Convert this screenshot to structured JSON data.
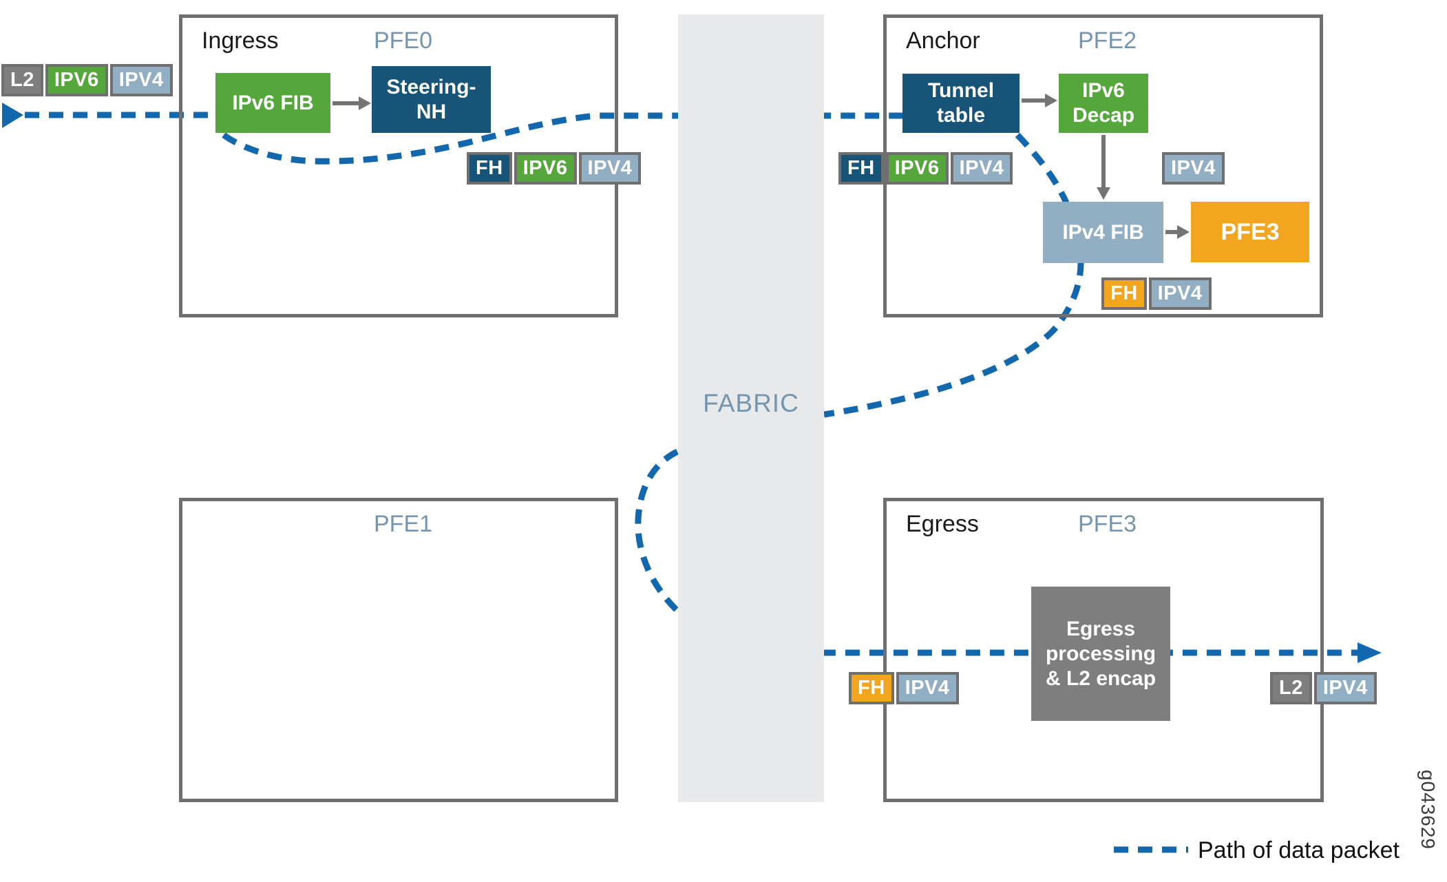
{
  "colors": {
    "green": "#55A63B",
    "navy": "#175478",
    "steel": "#92AEC2",
    "orange": "#F2A51E",
    "gray": "#7E7E7E",
    "border_gray": "#6F6F6F",
    "fabric_bg": "#E8E9EA",
    "path_blue": "#1368AD",
    "pfe_title": "#7495AD"
  },
  "fabric": {
    "label": "FABRIC"
  },
  "pfes": {
    "pfe0": {
      "role": "Ingress",
      "name": "PFE0"
    },
    "pfe1": {
      "name": "PFE1"
    },
    "pfe2": {
      "role": "Anchor",
      "name": "PFE2"
    },
    "pfe3": {
      "role": "Egress",
      "name": "PFE3"
    }
  },
  "nodes": {
    "ipv6_fib": "IPv6 FIB",
    "steering_nh": "Steering-\nNH",
    "tunnel_table": "Tunnel\ntable",
    "ipv6_decap": "IPv6\nDecap",
    "ipv4_fib": "IPv4 FIB",
    "pfe3_node": "PFE3",
    "egress_processing": "Egress\nprocessing\n& L2 encap"
  },
  "packet_labels": {
    "ingress_in": {
      "chips": [
        {
          "text": "L2"
        },
        {
          "text": "IPV6"
        },
        {
          "text": "IPV4"
        }
      ]
    },
    "ingress_out": {
      "chips": [
        {
          "text": "FH"
        },
        {
          "text": "IPV6"
        },
        {
          "text": "IPV4"
        }
      ]
    },
    "anchor_in": {
      "chips": [
        {
          "text": "FH"
        },
        {
          "text": "IPV6"
        },
        {
          "text": "IPV4"
        }
      ]
    },
    "anchor_ipv4": {
      "chips": [
        {
          "text": "IPV4"
        }
      ]
    },
    "anchor_out": {
      "chips": [
        {
          "text": "FH"
        },
        {
          "text": "IPV4"
        }
      ]
    },
    "egress_in": {
      "chips": [
        {
          "text": "FH"
        },
        {
          "text": "IPV4"
        }
      ]
    },
    "egress_out": {
      "chips": [
        {
          "text": "L2"
        },
        {
          "text": "IPV4"
        }
      ]
    }
  },
  "legend": {
    "label": "Path of data packet"
  },
  "watermark": "g043629"
}
